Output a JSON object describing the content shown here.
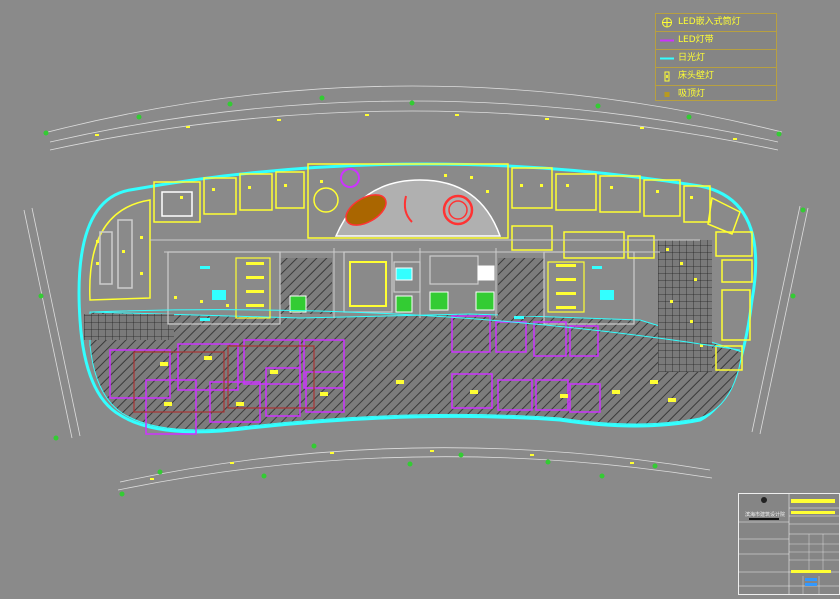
{
  "legend": {
    "items": [
      {
        "label": "LED嵌入式筒灯",
        "icon": "downlight-crosshair-icon",
        "color": "#ffff33"
      },
      {
        "label": "LED灯带",
        "icon": "purple-line-icon",
        "color": "#cc33ff"
      },
      {
        "label": "日光灯",
        "icon": "cyan-line-icon",
        "color": "#33ffff"
      },
      {
        "label": "床头壁灯",
        "icon": "wall-lamp-icon",
        "color": "#ffff33"
      },
      {
        "label": "吸顶灯",
        "icon": "ceiling-lamp-square-icon",
        "color": "#ffff33"
      }
    ]
  },
  "title_block": {
    "firm_name": "滨海市建筑设计院"
  },
  "colors": {
    "background": "#8a8a8a",
    "outline": "#33ffff",
    "fixtures": "#ffff33",
    "led_strip": "#cc33ff",
    "walls": "#cccccc",
    "red_fixture": "#ff3333"
  }
}
